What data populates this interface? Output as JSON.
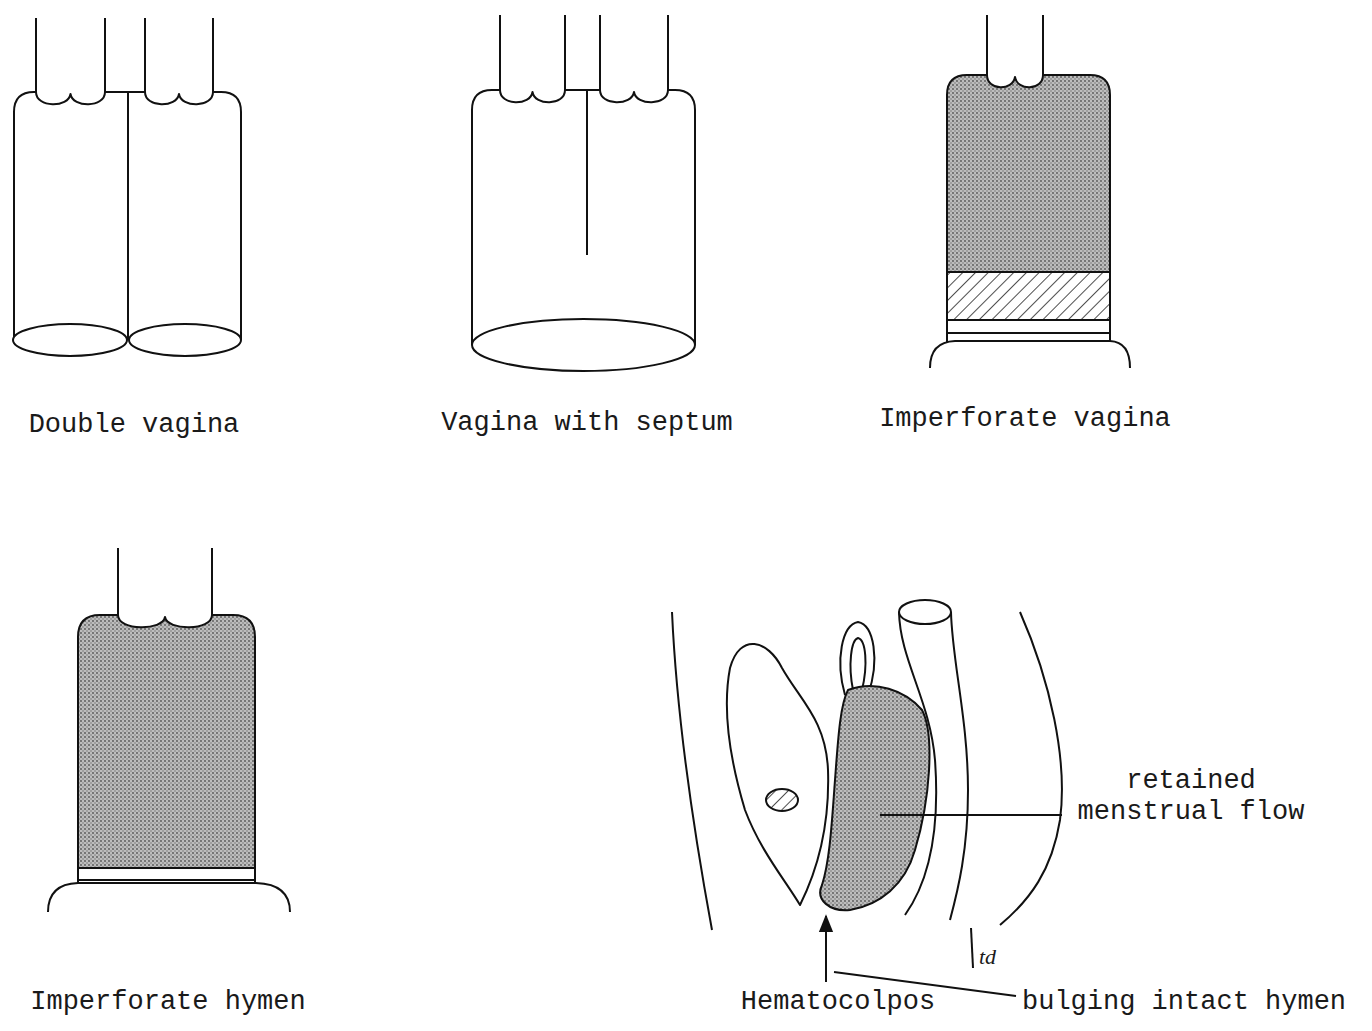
{
  "diagram": {
    "labels": [
      "Double vagina",
      "Vagina with septum",
      "Imperforate vagina",
      "Imperforate hymen",
      "retained menstrual flow",
      "td",
      "Hematocolpos",
      "bulging intact hymen"
    ]
  }
}
